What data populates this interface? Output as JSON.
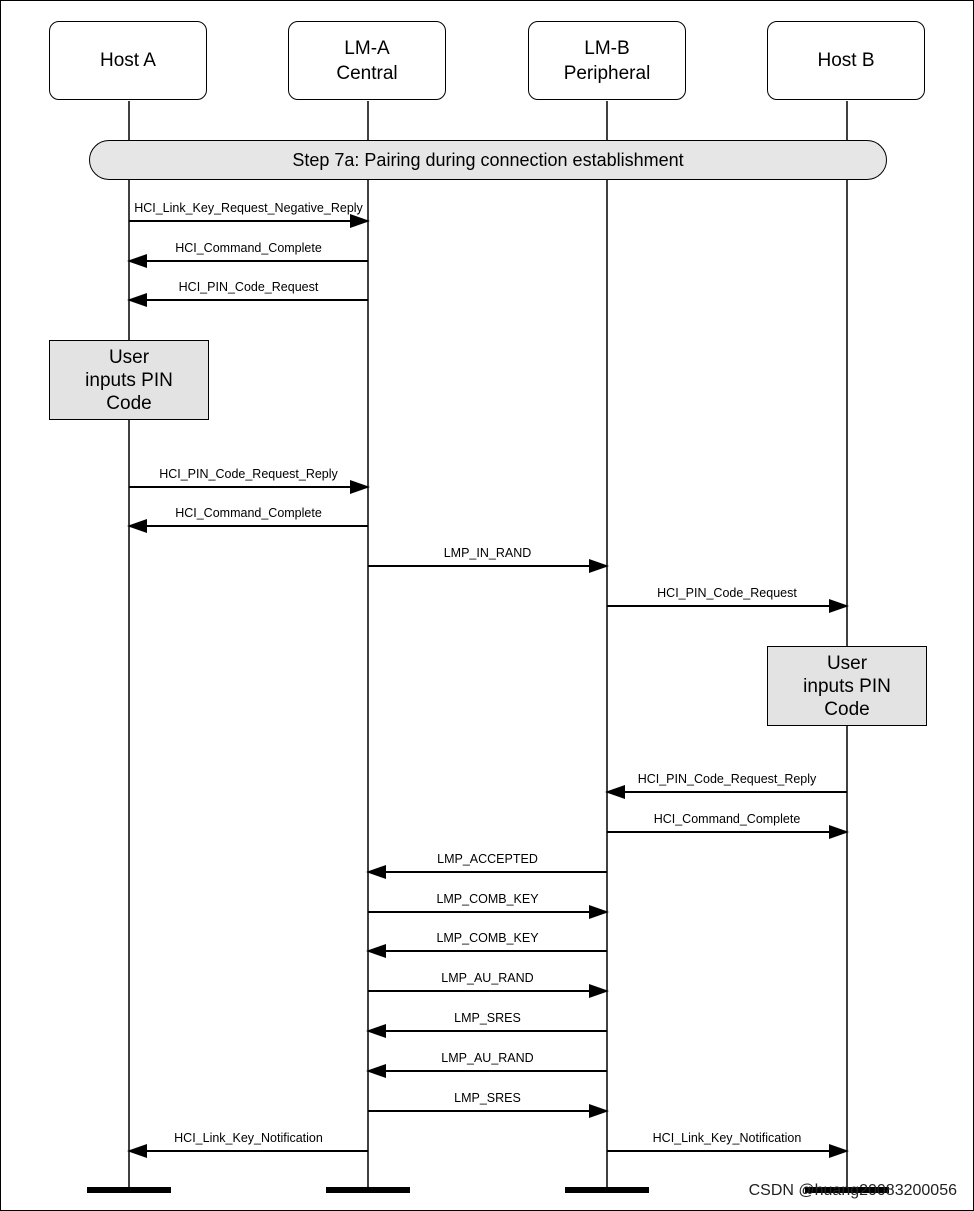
{
  "participants": [
    {
      "id": "hostA",
      "label": "Host A"
    },
    {
      "id": "lmA",
      "label": "LM-A\nCentral"
    },
    {
      "id": "lmB",
      "label": "LM-B\nPeripheral"
    },
    {
      "id": "hostB",
      "label": "Host B"
    }
  ],
  "step": {
    "label": "Step 7a: Pairing during connection establishment"
  },
  "notes": [
    {
      "label": "User\ninputs PIN\nCode",
      "on": "hostA"
    },
    {
      "label": "User\ninputs PIN\nCode",
      "on": "hostB"
    }
  ],
  "messages": [
    {
      "label": "HCI_Link_Key_Request_Negative_Reply",
      "from": "hostA",
      "to": "lmA"
    },
    {
      "label": "HCI_Command_Complete",
      "from": "lmA",
      "to": "hostA"
    },
    {
      "label": "HCI_PIN_Code_Request",
      "from": "lmA",
      "to": "hostA"
    },
    {
      "label": "HCI_PIN_Code_Request_Reply",
      "from": "hostA",
      "to": "lmA"
    },
    {
      "label": "HCI_Command_Complete",
      "from": "lmA",
      "to": "hostA"
    },
    {
      "label": "LMP_IN_RAND",
      "from": "lmA",
      "to": "lmB"
    },
    {
      "label": "HCI_PIN_Code_Request",
      "from": "lmB",
      "to": "hostB"
    },
    {
      "label": "HCI_PIN_Code_Request_Reply",
      "from": "hostB",
      "to": "lmB"
    },
    {
      "label": "HCI_Command_Complete",
      "from": "lmB",
      "to": "hostB"
    },
    {
      "label": "LMP_ACCEPTED",
      "from": "lmB",
      "to": "lmA"
    },
    {
      "label": "LMP_COMB_KEY",
      "from": "lmA",
      "to": "lmB"
    },
    {
      "label": "LMP_COMB_KEY",
      "from": "lmB",
      "to": "lmA"
    },
    {
      "label": "LMP_AU_RAND",
      "from": "lmA",
      "to": "lmB"
    },
    {
      "label": "LMP_SRES",
      "from": "lmB",
      "to": "lmA"
    },
    {
      "label": "LMP_AU_RAND",
      "from": "lmB",
      "to": "lmA"
    },
    {
      "label": "LMP_SRES",
      "from": "lmA",
      "to": "lmB"
    },
    {
      "label": "HCI_Link_Key_Notification",
      "from": "lmA",
      "to": "hostA"
    },
    {
      "label": "HCI_Link_Key_Notification",
      "from": "lmB",
      "to": "hostB"
    }
  ],
  "watermark": "CSDN @huang20083200056",
  "colors": {
    "note_fill": "#e3e3e3",
    "step_fill": "#e6e6e6",
    "line": "#000000"
  }
}
